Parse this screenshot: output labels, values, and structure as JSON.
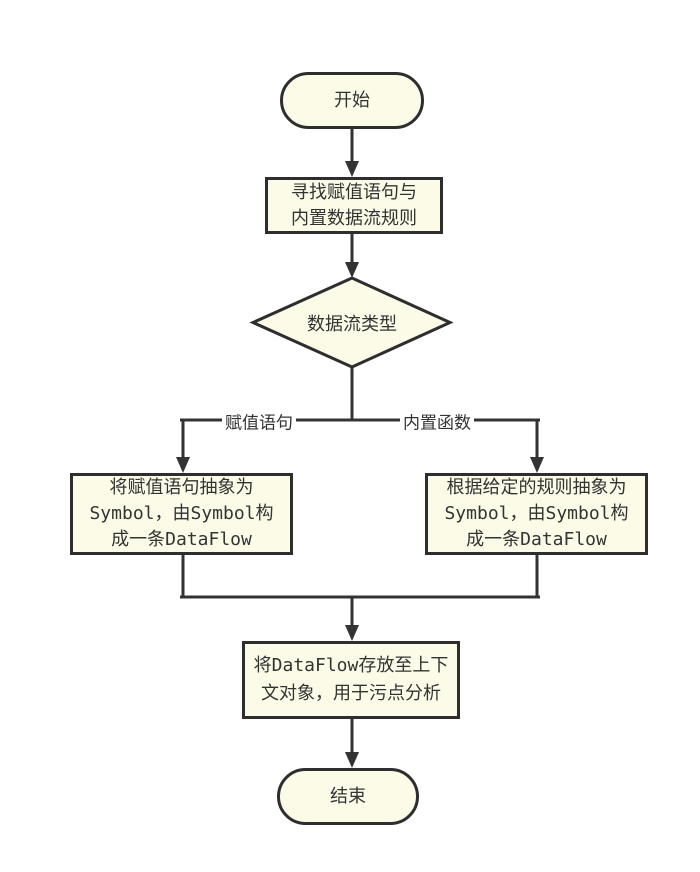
{
  "colors": {
    "canvas_background": "#ffffff",
    "node_fill": "#fbfbe8",
    "node_border": "#2e2e2e",
    "connector": "#333333",
    "text": "#333333"
  },
  "flowchart": {
    "type": "flowchart",
    "nodes": {
      "start": {
        "shape": "terminator",
        "label": "开始"
      },
      "find_rules": {
        "shape": "process",
        "lines": [
          "寻找赋值语句与",
          "内置数据流规则"
        ]
      },
      "dataflow_type": {
        "shape": "decision",
        "label": "数据流类型"
      },
      "abstract_assignment": {
        "shape": "process",
        "lines": [
          "将赋值语句抽象为",
          "Symbol，由Symbol构",
          "成一条DataFlow"
        ]
      },
      "abstract_builtin": {
        "shape": "process",
        "lines": [
          "根据给定的规则抽象为",
          "Symbol，由Symbol构",
          "成一条DataFlow"
        ]
      },
      "store_dataflow": {
        "shape": "process",
        "lines": [
          "将DataFlow存放至上下",
          "文对象，用于污点分析"
        ]
      },
      "end": {
        "shape": "terminator",
        "label": "结束"
      }
    },
    "edge_labels": {
      "left_branch": "赋值语句",
      "right_branch": "内置函数"
    }
  }
}
